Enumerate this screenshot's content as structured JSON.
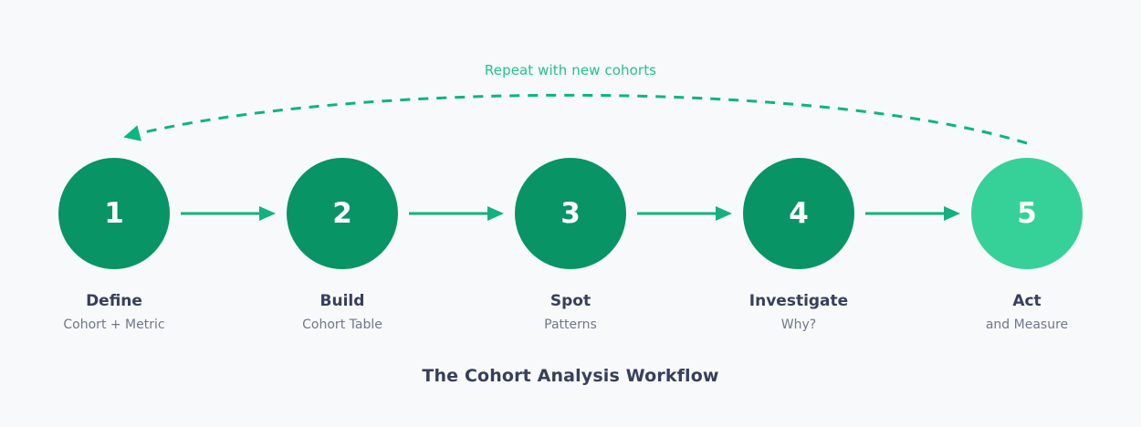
{
  "title": "The Cohort Analysis Workflow",
  "loop": {
    "label": "Repeat with new cohorts",
    "color": "#0ab77a",
    "label_color": "#22c38a",
    "style": "dashed"
  },
  "colors": {
    "background": "#f8f9fb",
    "step_circle": "#089465",
    "step_circle_final": "#35d199",
    "arrow": "#12b27c",
    "label_text": "#36405a",
    "sub_text": "#6f7889"
  },
  "steps": [
    {
      "number": "1",
      "label": "Define",
      "sub": "Cohort + Metric",
      "final": false
    },
    {
      "number": "2",
      "label": "Build",
      "sub": "Cohort Table",
      "final": false
    },
    {
      "number": "3",
      "label": "Spot",
      "sub": "Patterns",
      "final": false
    },
    {
      "number": "4",
      "label": "Investigate",
      "sub": "Why?",
      "final": false
    },
    {
      "number": "5",
      "label": "Act",
      "sub": "and Measure",
      "final": true
    }
  ],
  "connectors": [
    {
      "from": "1",
      "to": "2",
      "icon": "arrow-right-icon"
    },
    {
      "from": "2",
      "to": "3",
      "icon": "arrow-right-icon"
    },
    {
      "from": "3",
      "to": "4",
      "icon": "arrow-right-icon"
    },
    {
      "from": "4",
      "to": "5",
      "icon": "arrow-right-icon"
    }
  ]
}
